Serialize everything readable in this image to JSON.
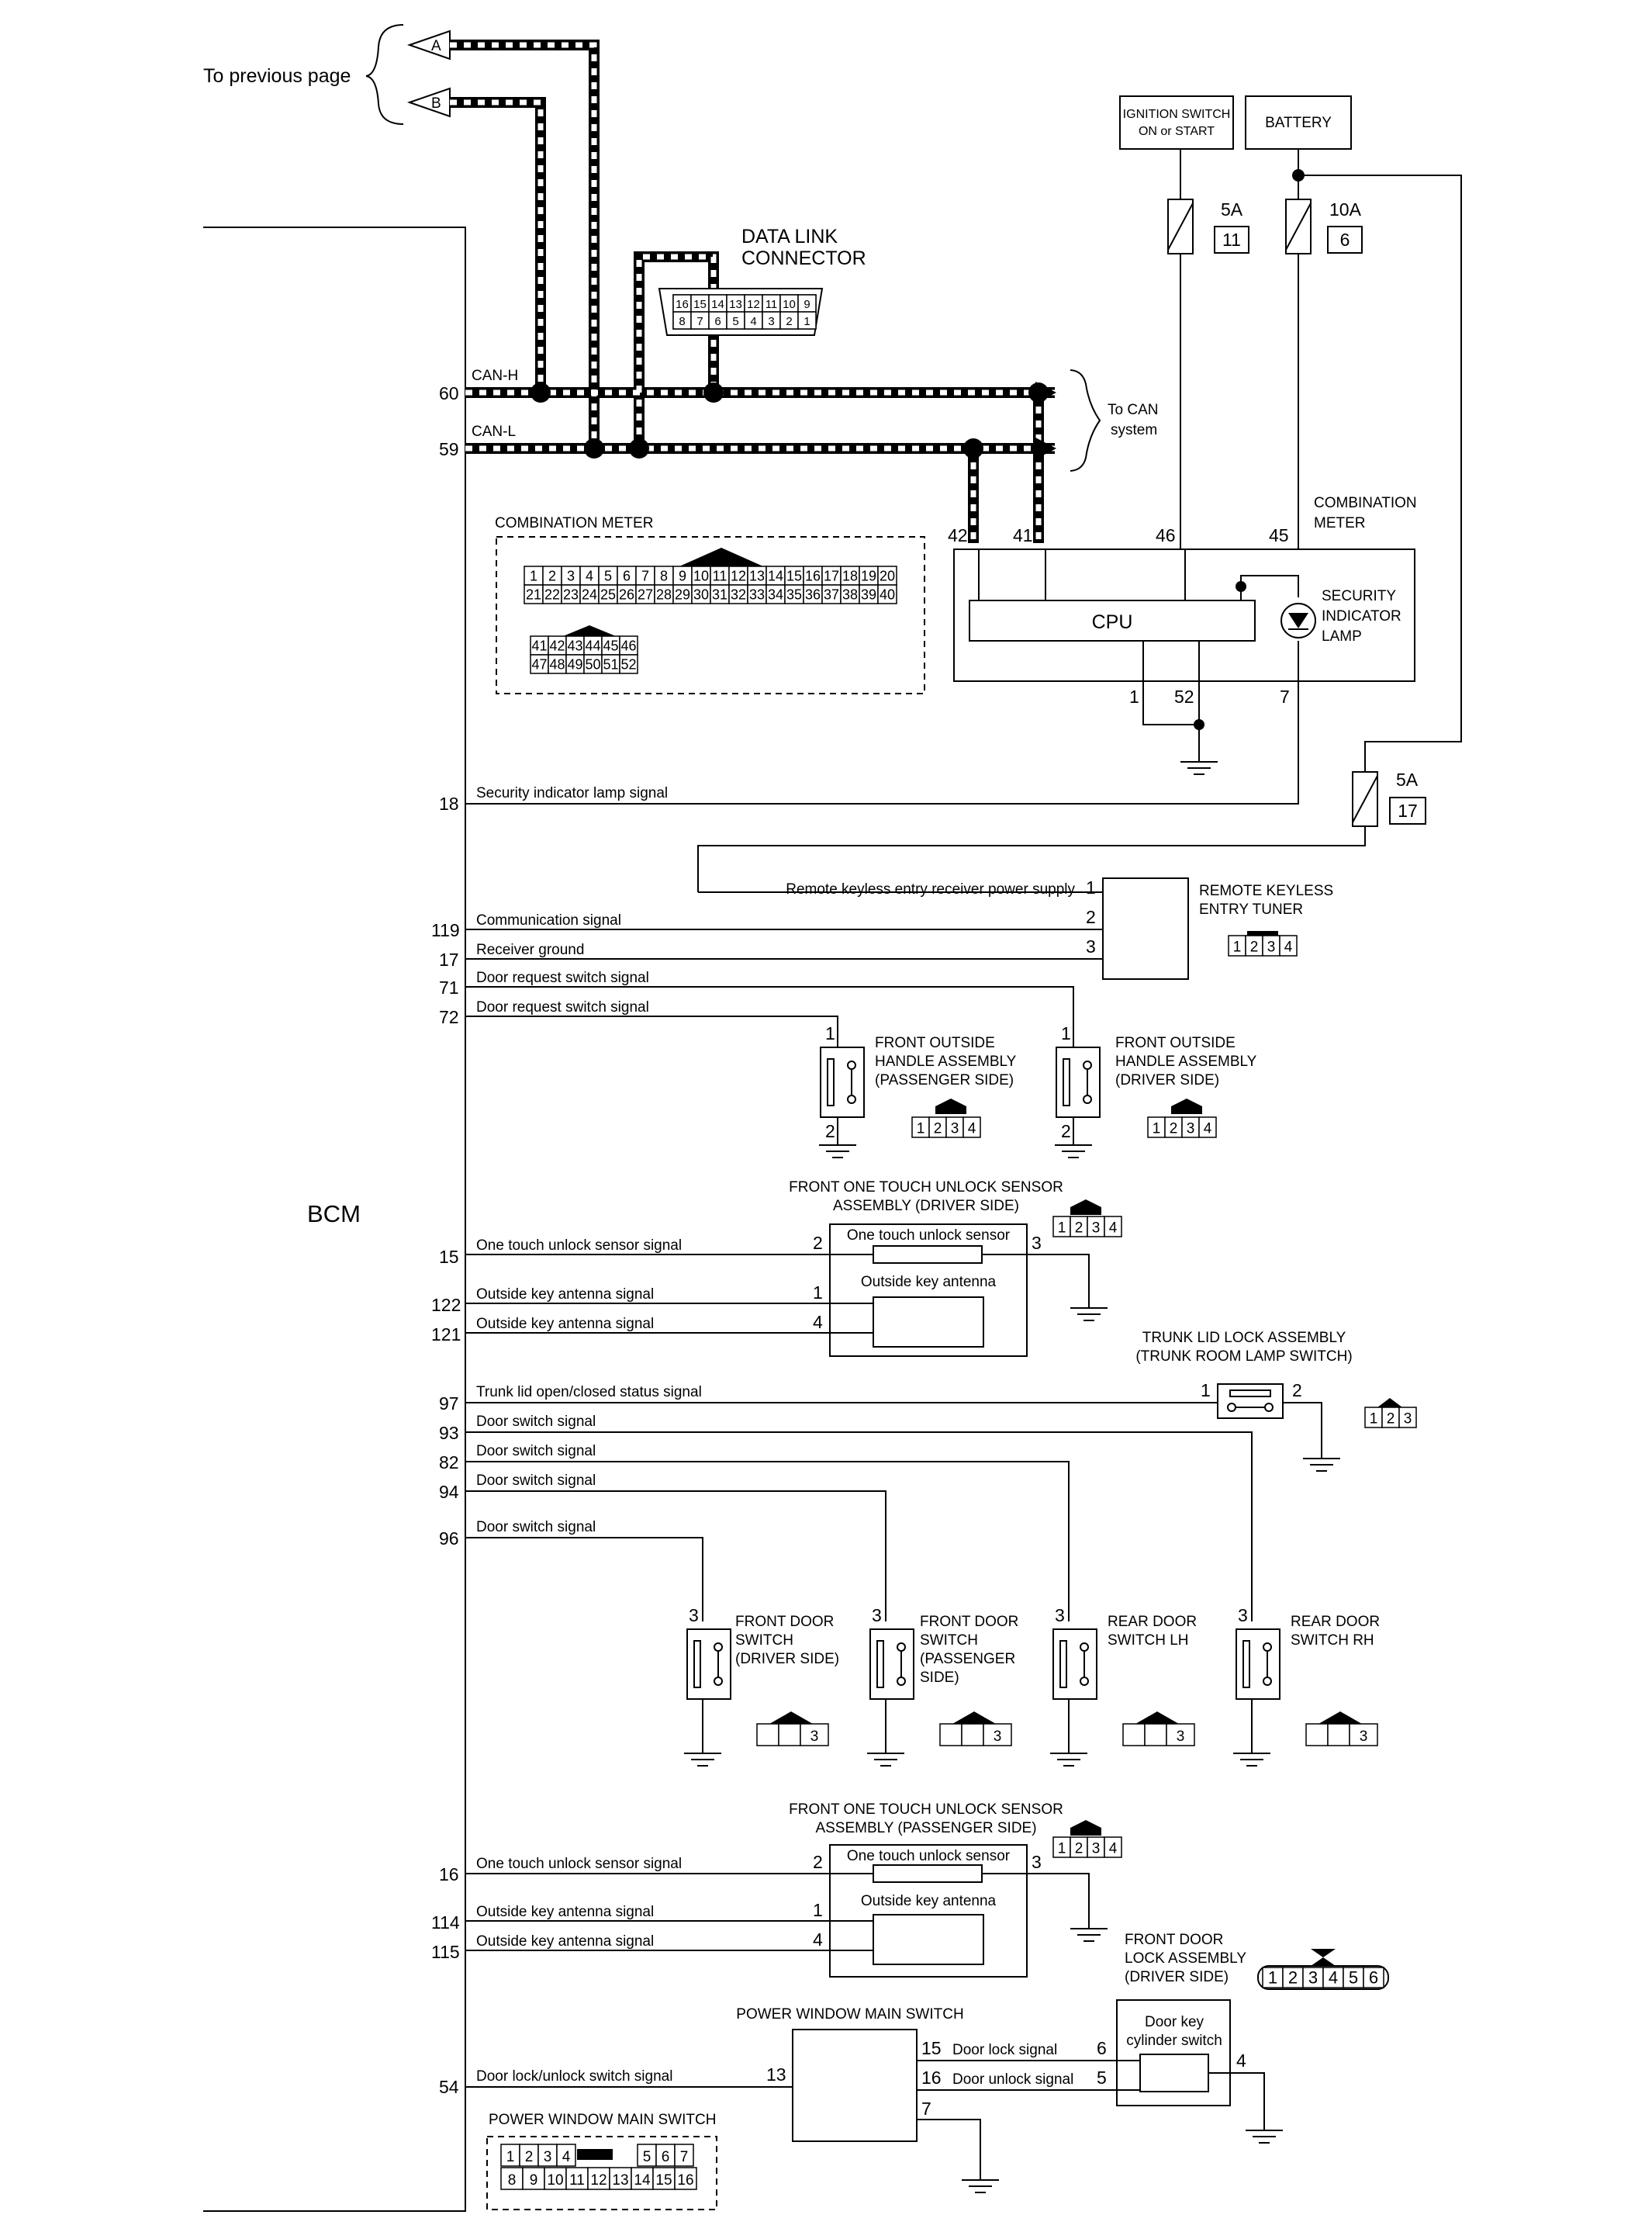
{
  "nav": {
    "to_previous_page": "To previous page",
    "A": "A",
    "B": "B"
  },
  "bcm": {
    "label": "BCM"
  },
  "can": {
    "can_h": "CAN-H",
    "can_l": "CAN-L",
    "pin_h": "60",
    "pin_l": "59",
    "to_can_line1": "To CAN",
    "to_can_line2": "system"
  },
  "dlc": {
    "title_line1": "DATA LINK",
    "title_line2": "CONNECTOR",
    "row1": [
      "16",
      "15",
      "14",
      "13",
      "12",
      "11",
      "10",
      "9"
    ],
    "row2": [
      "8",
      "7",
      "6",
      "5",
      "4",
      "3",
      "2",
      "1"
    ]
  },
  "power": {
    "ignition_line1": "IGNITION SWITCH",
    "ignition_line2": "ON or START",
    "battery": "BATTERY",
    "fuse_5a": "5A",
    "fuse_5a_no": "11",
    "fuse_10a": "10A",
    "fuse_10a_no": "6",
    "fuse_5a_b": "5A",
    "fuse_5a_b_no": "17"
  },
  "meter": {
    "title_line1": "COMBINATION",
    "title_line2": "METER",
    "cpu": "CPU",
    "lamp_line1": "SECURITY",
    "lamp_line2": "INDICATOR",
    "lamp_line3": "LAMP",
    "pin42": "42",
    "pin41": "41",
    "pin46": "46",
    "pin45": "45",
    "pin1": "1",
    "pin52": "52",
    "pin7": "7"
  },
  "meter_connector": {
    "title": "COMBINATION METER",
    "row1": [
      "1",
      "2",
      "3",
      "4",
      "5",
      "6",
      "7",
      "8",
      "9",
      "10",
      "11",
      "12",
      "13",
      "14",
      "15",
      "16",
      "17",
      "18",
      "19",
      "20"
    ],
    "row2": [
      "21",
      "22",
      "23",
      "24",
      "25",
      "26",
      "27",
      "28",
      "29",
      "30",
      "31",
      "32",
      "33",
      "34",
      "35",
      "36",
      "37",
      "38",
      "39",
      "40"
    ],
    "row3": [
      "41",
      "42",
      "43",
      "44",
      "45",
      "46"
    ],
    "row4": [
      "47",
      "48",
      "49",
      "50",
      "51",
      "52"
    ]
  },
  "signals": {
    "security": {
      "pin": "18",
      "label": "Security indicator lamp signal"
    },
    "rke_power": {
      "label": "Remote keyless entry receiver power supply",
      "pin": "1"
    },
    "comm": {
      "pin": "119",
      "label": "Communication signal",
      "tuner_pin": "2"
    },
    "recv_gnd": {
      "pin": "17",
      "label": "Receiver ground",
      "tuner_pin": "3"
    },
    "door_req_71": {
      "pin": "71",
      "label": "Door request switch signal"
    },
    "door_req_72": {
      "pin": "72",
      "label": "Door request switch signal"
    }
  },
  "rke_tuner": {
    "line1": "REMOTE KEYLESS",
    "line2": "ENTRY TUNER",
    "conn": [
      "1",
      "2",
      "3",
      "4"
    ]
  },
  "handles": {
    "passenger": {
      "line1": "FRONT OUTSIDE",
      "line2": "HANDLE ASSEMBLY",
      "line3": "(PASSENGER SIDE)",
      "pin_top": "1",
      "pin_bot": "2"
    },
    "driver": {
      "line1": "FRONT OUTSIDE",
      "line2": "HANDLE ASSEMBLY",
      "line3": "(DRIVER SIDE)",
      "pin_top": "1",
      "pin_bot": "2"
    },
    "conn": [
      "1",
      "2",
      "3",
      "4"
    ]
  },
  "unlock_driver": {
    "title_line1": "FRONT ONE TOUCH UNLOCK SENSOR",
    "title_line2": "ASSEMBLY (DRIVER SIDE)",
    "sensor": "One touch unlock sensor",
    "antenna": "Outside key antenna",
    "sig_pin": "15",
    "sig_label": "One touch unlock sensor signal",
    "ant1_pin": "122",
    "ant1_label": "Outside key antenna signal",
    "ant2_pin": "121",
    "ant2_label": "Outside key antenna signal",
    "p2": "2",
    "p3": "3",
    "p1": "1",
    "p4": "4",
    "conn": [
      "1",
      "2",
      "3",
      "4"
    ]
  },
  "trunk": {
    "title_line1": "TRUNK LID LOCK ASSEMBLY",
    "title_line2": "(TRUNK ROOM LAMP SWITCH)",
    "sig_pin": "97",
    "sig_label": "Trunk lid open/closed status signal",
    "p1": "1",
    "p2": "2",
    "conn": [
      "1",
      "2",
      "3"
    ]
  },
  "door_switches": {
    "sig93": {
      "pin": "93",
      "label": "Door switch signal"
    },
    "sig82": {
      "pin": "82",
      "label": "Door switch signal"
    },
    "sig94": {
      "pin": "94",
      "label": "Door switch signal"
    },
    "sig96": {
      "pin": "96",
      "label": "Door switch signal"
    },
    "fd_driver": {
      "line1": "FRONT DOOR",
      "line2": "SWITCH",
      "line3": "(DRIVER SIDE)",
      "pin": "3"
    },
    "fd_pass": {
      "line1": "FRONT DOOR",
      "line2": "SWITCH",
      "line3": "(PASSENGER",
      "line4": "SIDE)",
      "pin": "3"
    },
    "rear_lh": {
      "line1": "REAR DOOR",
      "line2": "SWITCH LH",
      "pin": "3"
    },
    "rear_rh": {
      "line1": "REAR DOOR",
      "line2": "SWITCH RH",
      "pin": "3"
    },
    "conn_pin": "3"
  },
  "unlock_pass": {
    "title_line1": "FRONT ONE TOUCH UNLOCK SENSOR",
    "title_line2": "ASSEMBLY (PASSENGER SIDE)",
    "sensor": "One touch unlock sensor",
    "antenna": "Outside key antenna",
    "sig_pin": "16",
    "sig_label": "One touch unlock sensor signal",
    "ant1_pin": "114",
    "ant1_label": "Outside key antenna signal",
    "ant2_pin": "115",
    "ant2_label": "Outside key antenna signal",
    "p2": "2",
    "p3": "3",
    "p1": "1",
    "p4": "4",
    "conn": [
      "1",
      "2",
      "3",
      "4"
    ]
  },
  "door_lock": {
    "title_line1": "FRONT DOOR",
    "title_line2": "LOCK ASSEMBLY",
    "title_line3": "(DRIVER SIDE)",
    "cyl_line1": "Door key",
    "cyl_line2": "cylinder switch",
    "conn": [
      "1",
      "2",
      "3",
      "4",
      "5",
      "6"
    ],
    "p6": "6",
    "p5": "5",
    "p4": "4"
  },
  "pwms": {
    "title": "POWER WINDOW MAIN SWITCH",
    "sig_pin": "54",
    "sig_label": "Door lock/unlock switch signal",
    "p13": "13",
    "p15": "15",
    "p16": "16",
    "p7": "7",
    "lock_label": "Door lock signal",
    "unlock_label": "Door unlock signal",
    "conn_title": "POWER WINDOW MAIN SWITCH",
    "row1": [
      "1",
      "2",
      "3",
      "4",
      "5",
      "6",
      "7"
    ],
    "row2": [
      "8",
      "9",
      "10",
      "11",
      "12",
      "13",
      "14",
      "15",
      "16"
    ]
  }
}
